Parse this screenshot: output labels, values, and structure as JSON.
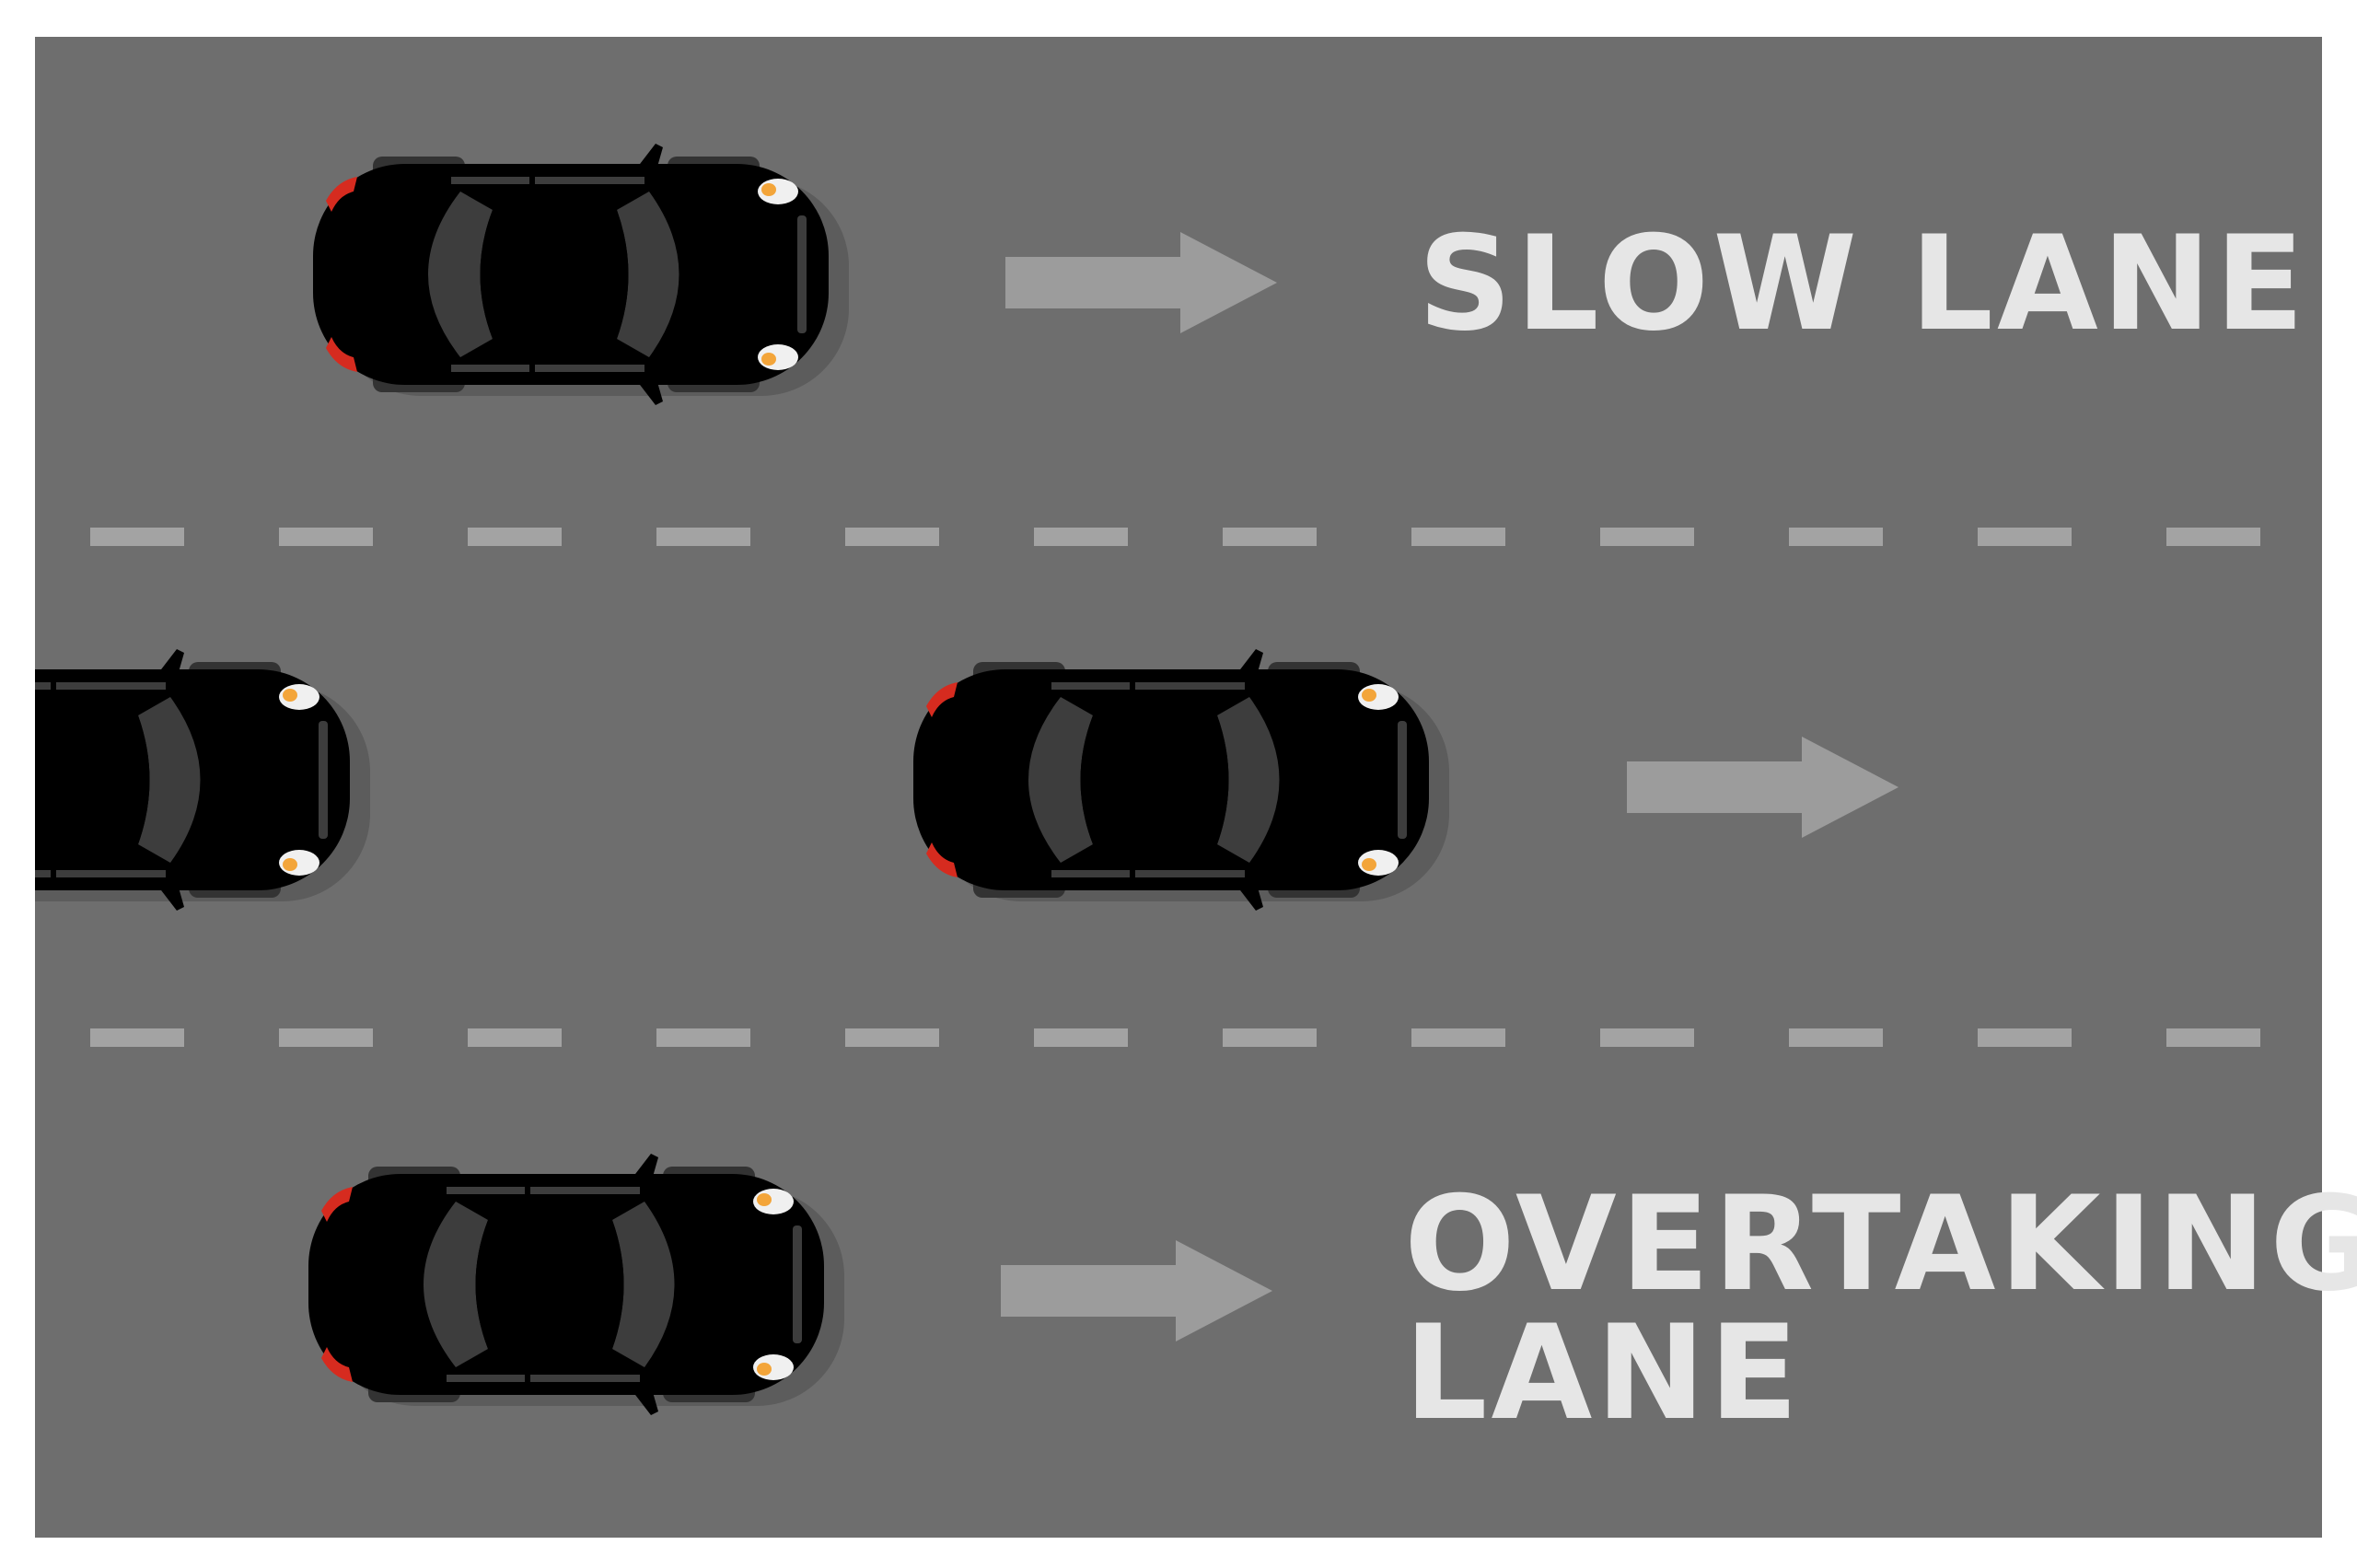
{
  "labels": {
    "slow_lane": "SLOW LANE",
    "overtaking_lane_line1": "OVERTAKING",
    "overtaking_lane_line2": "LANE"
  },
  "colors": {
    "page_background": "#ffffff",
    "road": "#6e6e6e",
    "lane_marking": "#a3a3a3",
    "arrow": "#9c9c9c",
    "label_text": "#e6e6e6",
    "window": "#3d3d3d",
    "shadow": "#5c5c5c",
    "tire": "#333333",
    "headlight": "#f0f0f0",
    "headlight_amber": "#f3a53a",
    "taillight": "#d62b1f"
  },
  "cars": [
    {
      "name": "white-car",
      "lane": "slow",
      "body": "#e1e1e1",
      "outline": "#bdbdbd",
      "roof": "#d4d4d4"
    },
    {
      "name": "red-car",
      "lane": "middle",
      "body": "#f04a2a",
      "outline": "#c9331a",
      "roof": "#e23f22"
    },
    {
      "name": "yellow-car",
      "lane": "middle",
      "body": "#fcc80e",
      "outline": "#e0a908",
      "roof": "#f6c200"
    },
    {
      "name": "blue-car",
      "lane": "overtaking",
      "body": "#2f9cf5",
      "outline": "#1c76d0",
      "roof": "#2990e8"
    }
  ],
  "icons": [
    "arrow-right-icon",
    "car-icon"
  ]
}
